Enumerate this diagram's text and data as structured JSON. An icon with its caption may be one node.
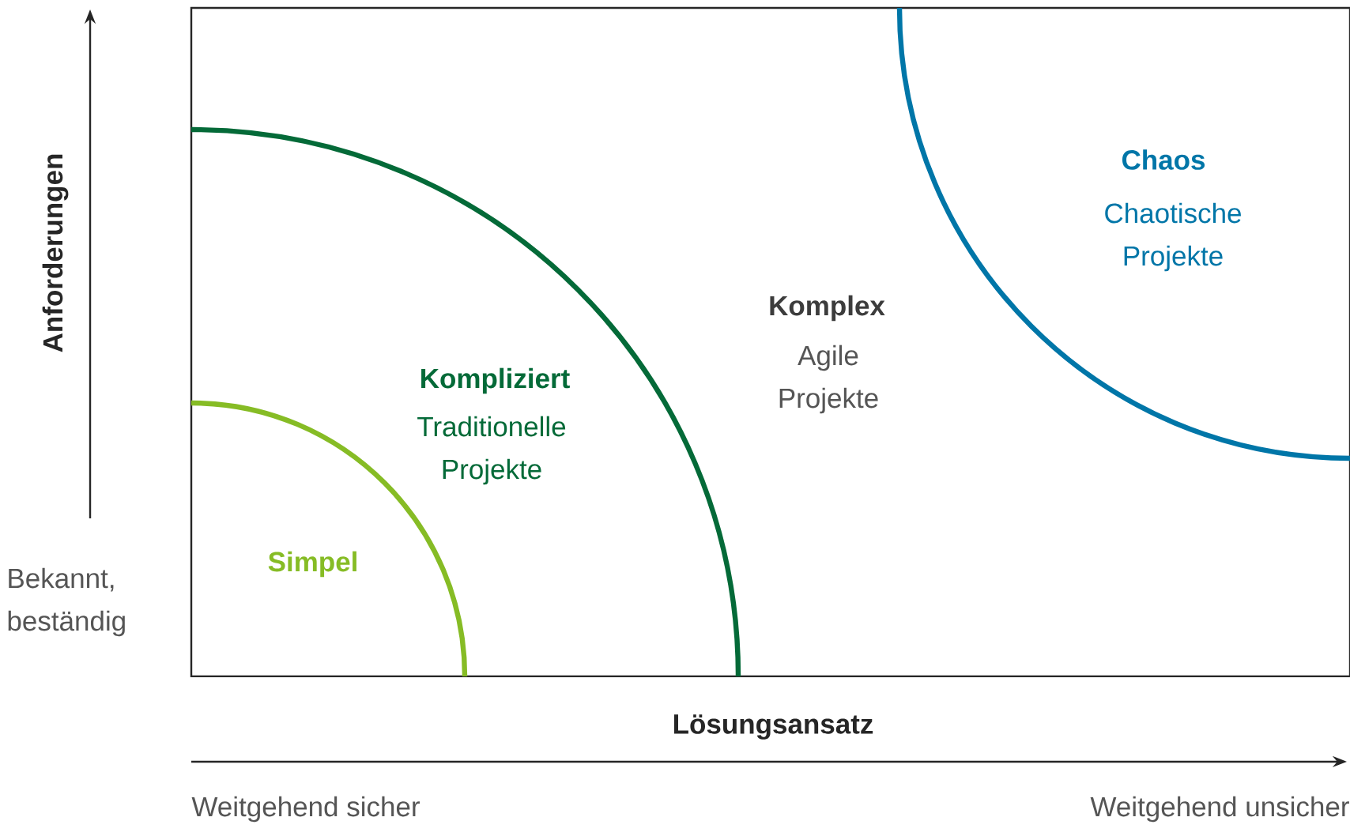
{
  "diagram": {
    "labels": [
      "Anforderungen",
      "Chaos",
      "Chaotische Projekte",
      "Komplex",
      "Agile Projekte",
      "Kompliziert",
      "Traditionelle Projekte",
      "Simpel",
      "Bekannt, beständig",
      "Lösungsansatz",
      "Weitgehend sicher",
      "Weitgehend unsicher"
    ]
  }
}
